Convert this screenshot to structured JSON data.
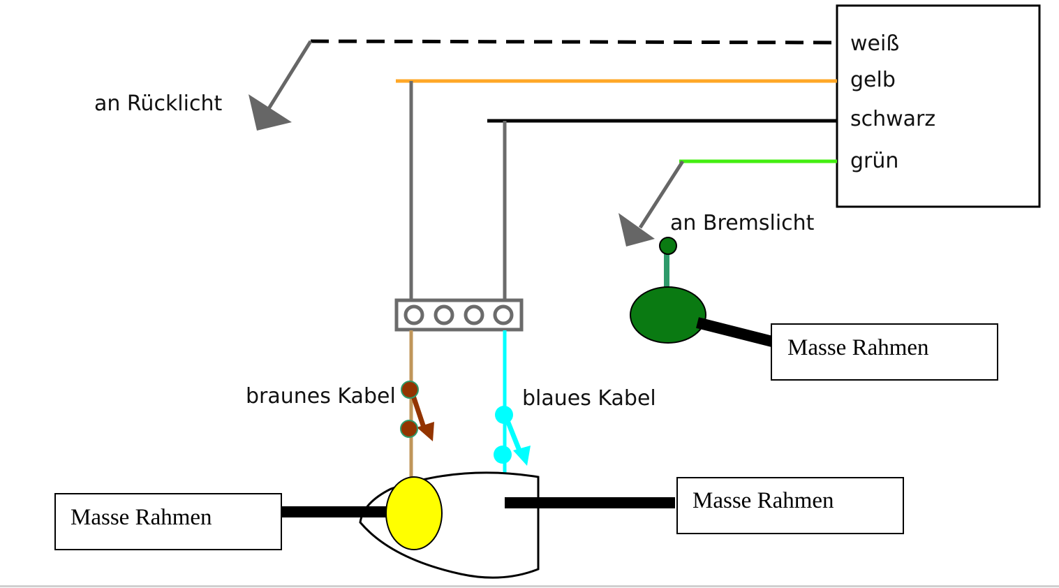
{
  "connector_box": {
    "wires": [
      {
        "label": "weiß",
        "color": "#000000",
        "style": "dashed"
      },
      {
        "label": "gelb",
        "color": "#FFA726",
        "style": "solid"
      },
      {
        "label": "schwarz",
        "color": "#000000",
        "style": "solid"
      },
      {
        "label": "grün",
        "color": "#44EE11",
        "style": "solid"
      }
    ]
  },
  "labels": {
    "tail_light": "an Rücklicht",
    "brake_light": "an Bremslicht",
    "brown_cable": "braunes Kabel",
    "blue_cable": "blaues Kabel"
  },
  "ground_boxes": [
    {
      "label": "Masse Rahmen"
    },
    {
      "label": "Masse Rahmen"
    },
    {
      "label": "Masse Rahmen"
    }
  ],
  "terminal_block": {
    "terminals": 4
  },
  "colors": {
    "feed_wire": "#6B6B6B",
    "brown_cable": "#C0965A",
    "brown_contact": "#933400",
    "blue_cable": "#00FFFF",
    "brake_green": "#0A7A12",
    "brake_stem": "#2E9A6A",
    "bulb_yellow": "#FFFF00",
    "arrow_gray": "#666666"
  }
}
